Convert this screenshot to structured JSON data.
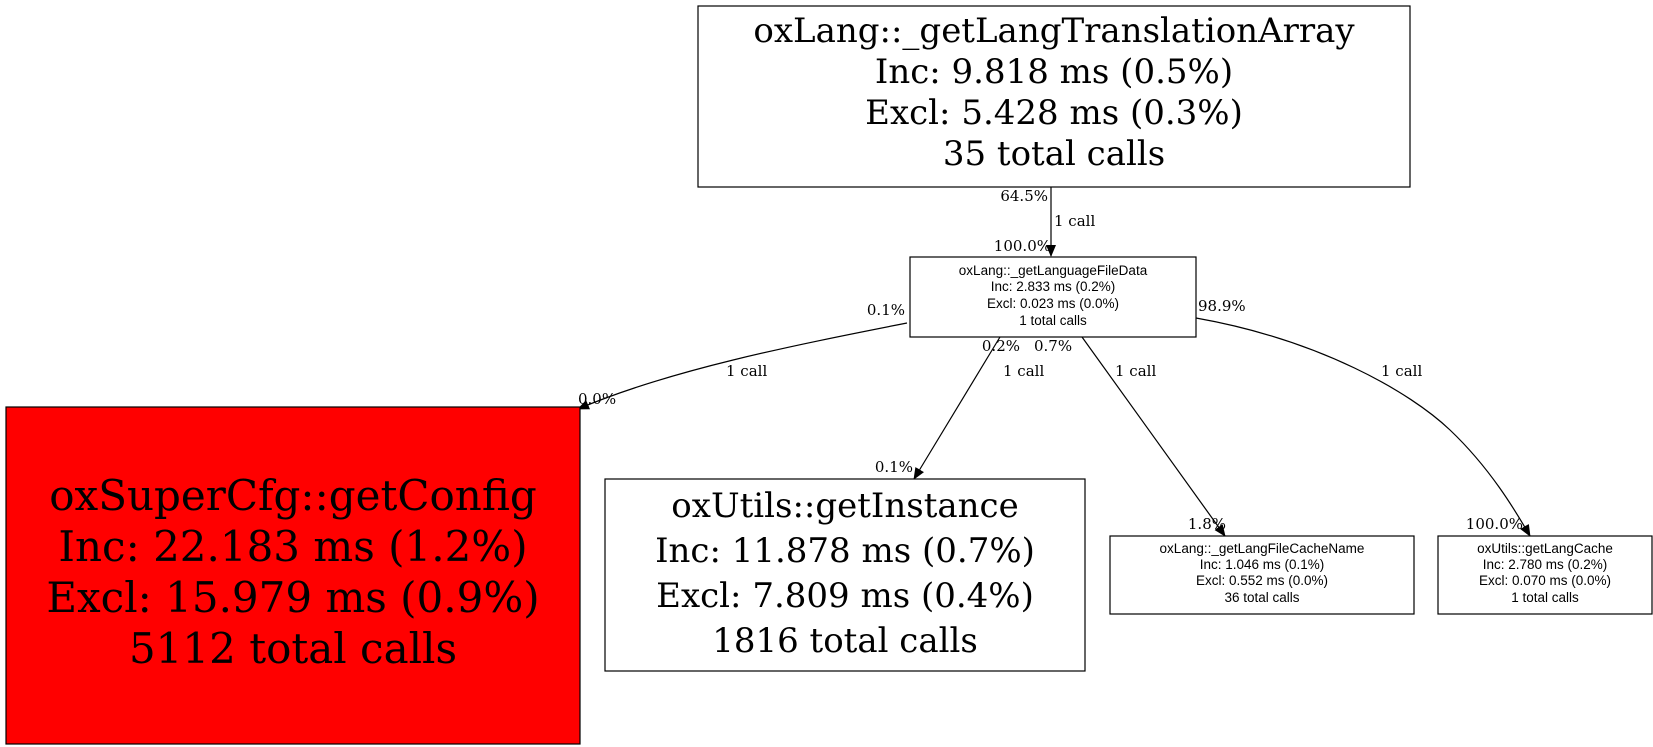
{
  "nodes": {
    "translation_array": {
      "lines": [
        "oxLang::_getLangTranslationArray",
        "Inc: 9.818 ms (0.5%)",
        "Excl: 5.428 ms (0.3%)",
        "35 total calls"
      ],
      "fill": "#ffffff"
    },
    "language_file_data": {
      "lines": [
        "oxLang::_getLanguageFileData",
        "Inc: 2.833 ms (0.2%)",
        "Excl: 0.023 ms (0.0%)",
        "1 total calls"
      ],
      "fill": "#ffffff"
    },
    "get_config": {
      "lines": [
        "oxSuperCfg::getConfig",
        "Inc: 22.183 ms (1.2%)",
        "Excl: 15.979 ms (0.9%)",
        "5112 total calls"
      ],
      "fill": "#ff0000"
    },
    "get_instance": {
      "lines": [
        "oxUtils::getInstance",
        "Inc: 11.878 ms (0.7%)",
        "Excl: 7.809 ms (0.4%)",
        "1816 total calls"
      ],
      "fill": "#ffffff"
    },
    "lang_file_cache_name": {
      "lines": [
        "oxLang::_getLangFileCacheName",
        "Inc: 1.046 ms (0.1%)",
        "Excl: 0.552 ms (0.0%)",
        "36 total calls"
      ],
      "fill": "#ffffff"
    },
    "lang_cache": {
      "lines": [
        "oxUtils::getLangCache",
        "Inc: 2.780 ms (0.2%)",
        "Excl: 0.070 ms (0.0%)",
        "1 total calls"
      ],
      "fill": "#ffffff"
    }
  },
  "edges": {
    "to_file_data": {
      "label": "1 call",
      "tail_pct": "64.5%",
      "head_pct": "100.0%"
    },
    "to_get_config": {
      "label": "1 call",
      "tail_pct": "0.1%",
      "head_pct": "0.0%"
    },
    "to_get_instance": {
      "label": "1 call",
      "tail_pct": "0.2%",
      "head_pct": "0.1%"
    },
    "to_cache_name": {
      "label": "1 call",
      "tail_pct": "0.7%",
      "head_pct": "1.8%"
    },
    "to_lang_cache": {
      "label": "1 call",
      "tail_pct": "98.9%",
      "head_pct": "100.0%"
    }
  },
  "colors": {
    "hot_node": "#ff0000",
    "default_node": "#ffffff",
    "stroke": "#000000"
  }
}
